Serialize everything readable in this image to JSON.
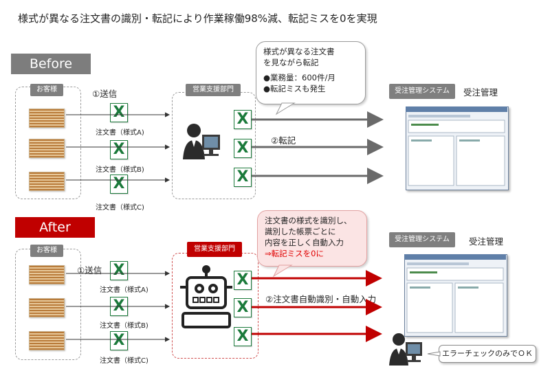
{
  "title": "様式が異なる注文書の識別・転記により作業稼働98%減、転記ミスを0を実現",
  "before": {
    "tag": "Before",
    "customers_label": "お客様",
    "send_label": "①送信",
    "forms": [
      "注文書（様式A)",
      "注文書（様式B)",
      "注文書（様式C)"
    ],
    "dept_label": "営業支援部門",
    "transfer_label": "②転記",
    "bubble_lines": [
      "様式が異なる注文書",
      "を見ながら転記",
      "",
      "●業務量：600件/月",
      "●転記ミスも発生"
    ],
    "system_label": "受注管理システム",
    "system_caption": "受注管理"
  },
  "after": {
    "tag": "After",
    "customers_label": "お客様",
    "send_label": "①送信",
    "forms": [
      "注文書（様式A)",
      "注文書（様式B)",
      "注文書（様式C)"
    ],
    "dept_label": "営業支援部門",
    "transfer_label": "②注文書自動識別・自動入力",
    "bubble_lines": [
      "注文書の様式を識別し、",
      "識別した帳票ごとに",
      "内容を正しく自動入力"
    ],
    "bubble_highlight": "⇒転記ミスを0に",
    "system_label": "受注管理システム",
    "system_caption": "受注管理",
    "check_label": "エラーチェックのみでＯＫ"
  },
  "colors": {
    "before_accent": "#7d7d7d",
    "after_accent": "#c00000",
    "excel": "#1b7a3b"
  }
}
